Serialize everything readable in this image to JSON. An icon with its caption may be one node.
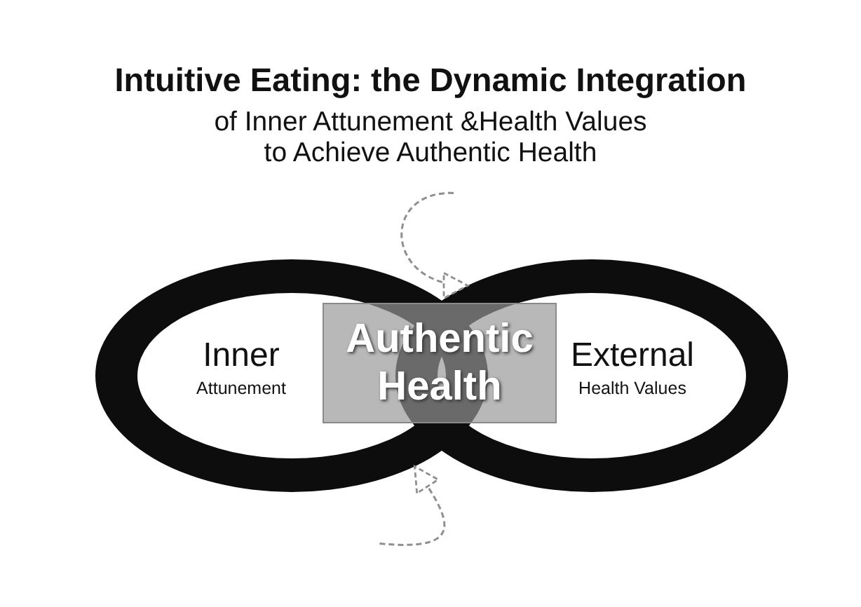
{
  "diagram": {
    "title": "Intuitive Eating: the Dynamic Integration",
    "nodes": [
      {
        "text": [
          "Inner",
          "Attunement"
        ]
      },
      {
        "text": [
          "Authentic Health"
        ]
      },
      {
        "text": [
          "External",
          "Health Values"
        ]
      }
    ],
    "edges": [
      {
        "from": null,
        "to": 2,
        "arrow": "to",
        "style": "dashed"
      },
      {
        "from": null,
        "to": 0,
        "arrow": "to",
        "style": "dashed"
      }
    ],
    "labels": [
      "of Inner Attunement &Health Values to Achieve Authentic Health"
    ]
  }
}
